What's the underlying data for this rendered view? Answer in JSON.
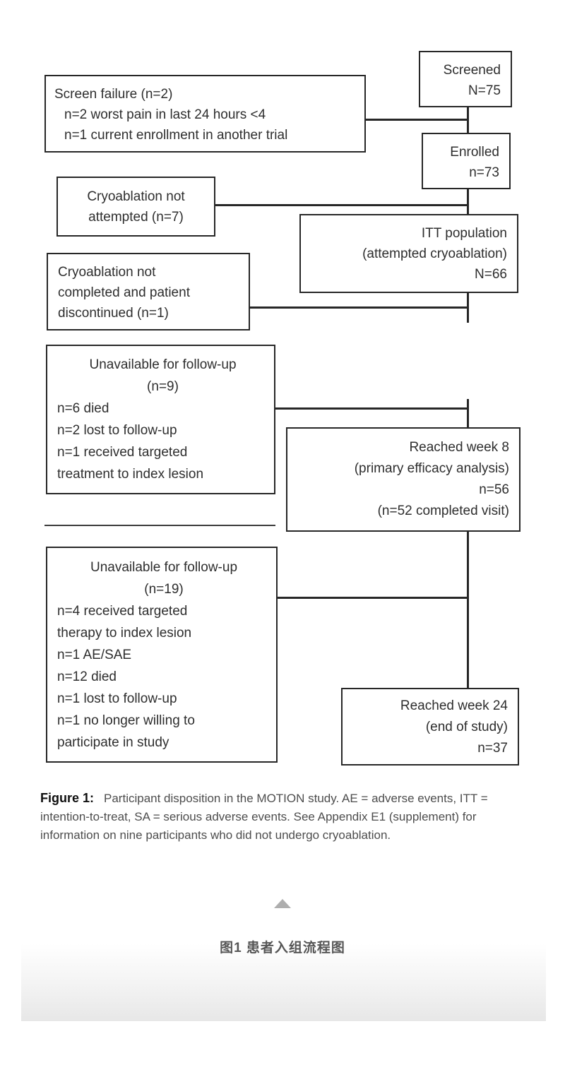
{
  "diagram": {
    "boxes": {
      "screened": {
        "lines": [
          "Screened",
          "N=75"
        ]
      },
      "screen_failure": {
        "lines": [
          "Screen failure (n=2)",
          "n=2 worst pain in last 24 hours <4",
          "n=1 current enrollment in another trial"
        ]
      },
      "enrolled": {
        "lines": [
          "Enrolled",
          "n=73"
        ]
      },
      "cryo_not_attempted": {
        "lines": [
          "Cryoablation not",
          "attempted (n=7)"
        ]
      },
      "itt": {
        "lines": [
          "ITT population",
          "(attempted cryoablation)",
          "N=66"
        ]
      },
      "cryo_not_completed": {
        "lines": [
          "Cryoablation not",
          "completed and patient",
          "discontinued (n=1)"
        ]
      },
      "unavailable_followup_9": {
        "heading": [
          "Unavailable for follow-up",
          "(n=9)"
        ],
        "items": [
          "n=6 died",
          "n=2 lost to follow-up",
          "n=1 received targeted",
          "treatment to index lesion"
        ]
      },
      "week8": {
        "lines": [
          "Reached week 8",
          "(primary efficacy analysis)",
          "n=56",
          "(n=52 completed visit)"
        ]
      },
      "unavailable_followup_19": {
        "heading": [
          "Unavailable for follow-up",
          "(n=19)"
        ],
        "items": [
          "n=4 received targeted",
          "therapy to index lesion",
          "n=1 AE/SAE",
          "n=12 died",
          "n=1 lost to follow-up",
          "n=1 no longer willing to",
          "participate in study"
        ]
      },
      "week24": {
        "lines": [
          "Reached week 24",
          "(end of study)",
          "n=37"
        ]
      }
    },
    "caption": {
      "label": "Figure 1:",
      "text": "Participant disposition in the MOTION study. AE = adverse events, ITT = intention-to-treat, SA = serious adverse events. See Appendix E1 (supplement) for information on nine participants who did not undergo cryoablation."
    },
    "colors": {
      "line": "#272727",
      "text": "#2e2e2e",
      "caption_text": "#4d4d4d",
      "triangle": "#aeaeae",
      "panel_gradient_end": "#e7e7e7"
    }
  },
  "page": {
    "figure_caption_zh": "图1 患者入组流程图",
    "collapse_icon": "triangle-up"
  }
}
